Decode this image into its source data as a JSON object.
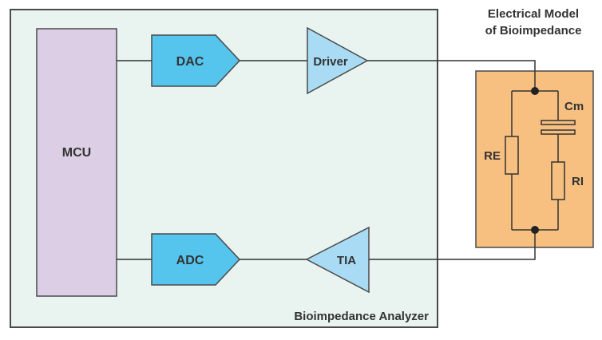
{
  "analyzer": {
    "title": "Bioimpedance Analyzer",
    "mcu_label": "MCU",
    "dac_label": "DAC",
    "adc_label": "ADC",
    "driver_label": "Driver",
    "tia_label": "TIA"
  },
  "model": {
    "title_line1": "Electrical Model",
    "title_line2": "of Bioimpedance",
    "re_label": "RE",
    "cm_label": "Cm",
    "ri_label": "RI"
  },
  "colors": {
    "analyzer_bg": "#e9f3ef",
    "border": "#4a4a4a",
    "mcu_fill": "#dccfe5",
    "converter_fill": "#55c5ee",
    "amplifier_fill": "#a9dcf4",
    "model_fill": "#f7c080",
    "wire": "#333333"
  }
}
